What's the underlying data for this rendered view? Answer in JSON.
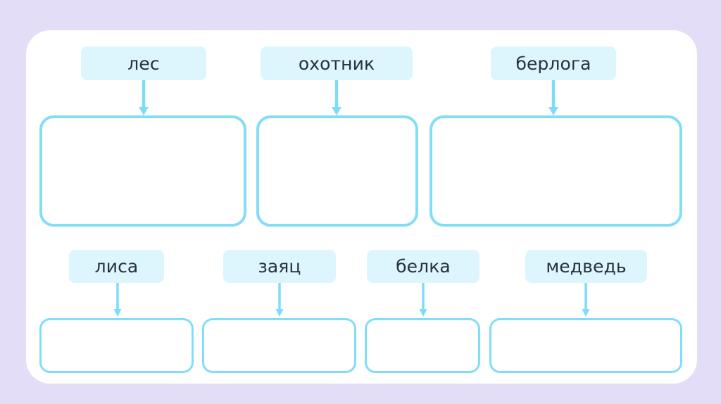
{
  "page": {
    "background_color": "#e3ddf8",
    "card_color": "#ffffff",
    "accent_border_color": "#82ddf7",
    "pill_background_color": "#ddf5fd",
    "text_color": "#26313c",
    "arrow_color": "#7fdcf7"
  },
  "rows": [
    {
      "row_name": "habitats-row",
      "items": [
        {
          "label": "лес",
          "answer": ""
        },
        {
          "label": "охотник",
          "answer": ""
        },
        {
          "label": "берлога",
          "answer": ""
        }
      ]
    },
    {
      "row_name": "animals-row",
      "items": [
        {
          "label": "лиса",
          "answer": ""
        },
        {
          "label": "заяц",
          "answer": ""
        },
        {
          "label": "белка",
          "answer": ""
        },
        {
          "label": "медведь",
          "answer": ""
        }
      ]
    }
  ],
  "icons": {
    "arrow": "arrow-down-icon"
  }
}
